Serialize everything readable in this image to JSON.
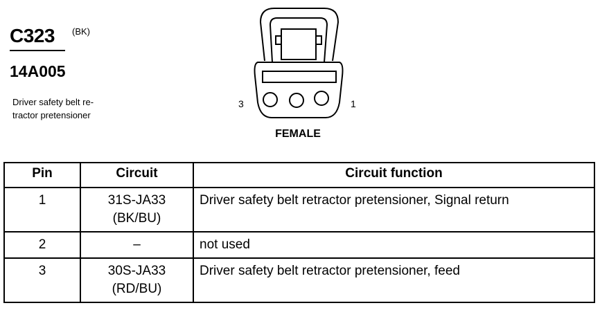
{
  "connector": {
    "id": "C323",
    "color_code": "(BK)",
    "part_number": "14A005",
    "description": "Driver safety belt re-tractor pretensioner",
    "description_lines": [
      "Driver safety belt re-",
      "tractor pretensioner"
    ],
    "gender": "FEMALE",
    "pin_labels": {
      "left": "3",
      "right": "1"
    }
  },
  "table": {
    "headers": {
      "pin": "Pin",
      "circuit": "Circuit",
      "function": "Circuit function"
    },
    "rows": [
      {
        "pin": "1",
        "circuit": "31S-JA33",
        "circuit_color": "(BK/BU)",
        "function": "Driver safety belt retractor pretensioner, Signal return"
      },
      {
        "pin": "2",
        "circuit": "–",
        "circuit_color": "",
        "function": "not used"
      },
      {
        "pin": "3",
        "circuit": "30S-JA33",
        "circuit_color": "(RD/BU)",
        "function": "Driver safety belt retractor pretensioner, feed"
      }
    ]
  }
}
